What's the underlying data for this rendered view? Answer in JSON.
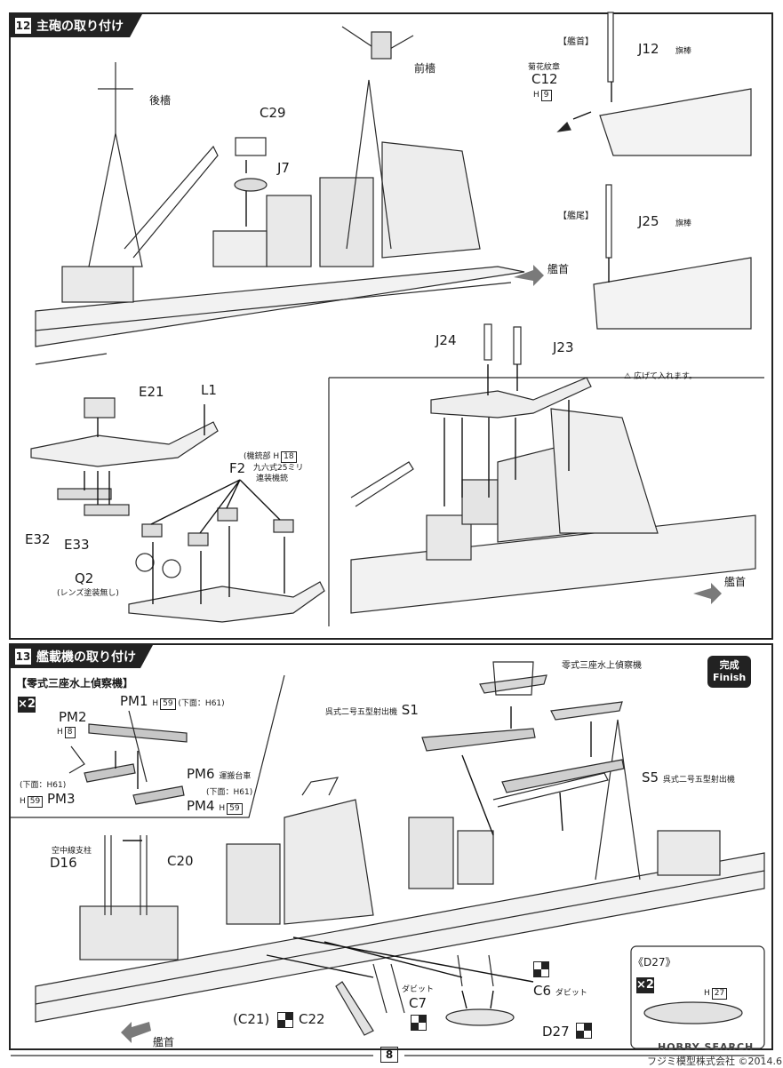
{
  "step12": {
    "number": "12",
    "title": "主砲の取り付け",
    "labels": {
      "rear_mast": "後檣",
      "fore_mast": "前檣",
      "c29": "C29",
      "j7": "J7",
      "forward": "艦首",
      "bow_heading": "【艦首】",
      "j12": "J12",
      "j12_note": "旗棒",
      "chrysanthemum": "菊花紋章",
      "c12": "C12",
      "h": "H",
      "c12_ref": "9",
      "stern_heading": "【艦尾】",
      "j25": "J25",
      "j25_note": "旗棒",
      "e21": "E21",
      "l1": "L1",
      "e32": "E32",
      "e33": "E33",
      "f2": "F2",
      "f2_note1": "(機銃部 H",
      "f2_ref": "18",
      "f2_note2": "九六式25ミリ",
      "f2_note3": "連装機銃",
      "q2": "Q2",
      "q2_note": "(レンズ塗装無し)",
      "j24": "J24",
      "j23": "J23",
      "spread_note": "広げて入れます。"
    }
  },
  "step13": {
    "number": "13",
    "title": "艦載機の取り付け",
    "finish_ja": "完成",
    "finish_en": "Finish",
    "labels": {
      "plane_heading": "【零式三座水上偵察機】",
      "x2": "×2",
      "h": "H",
      "pm1": "PM1",
      "pm1_ref": "59",
      "pm1_under": "(下面：H61)",
      "pm2": "PM2",
      "pm2_ref": "8",
      "pm3": "PM3",
      "pm3_ref": "59",
      "pm3_under": "(下面：H61)",
      "pm6": "PM6",
      "pm6_note": "運搬台車",
      "pm4": "PM4",
      "pm4_ref": "59",
      "pm4_under": "(下面：H61)",
      "plane_top": "零式三座水上偵察機",
      "s1": "S1",
      "s1_note": "呉式二号五型射出機",
      "s5": "S5",
      "s5_note": "呉式二号五型射出機",
      "d16_note": "空中線支柱",
      "d16": "D16",
      "c20": "C20",
      "c6": "C6",
      "davit": "ダビット",
      "c7": "C7",
      "c21": "(C21)",
      "c22": "C22",
      "d27": "D27",
      "d27_inset": "《D27》",
      "d27_ref": "27",
      "forward": "艦首"
    }
  },
  "footer": {
    "page": "8",
    "watermark": "HOBBY SEARCH",
    "publisher": "フジミ模型株式会社 ©2014.6"
  }
}
